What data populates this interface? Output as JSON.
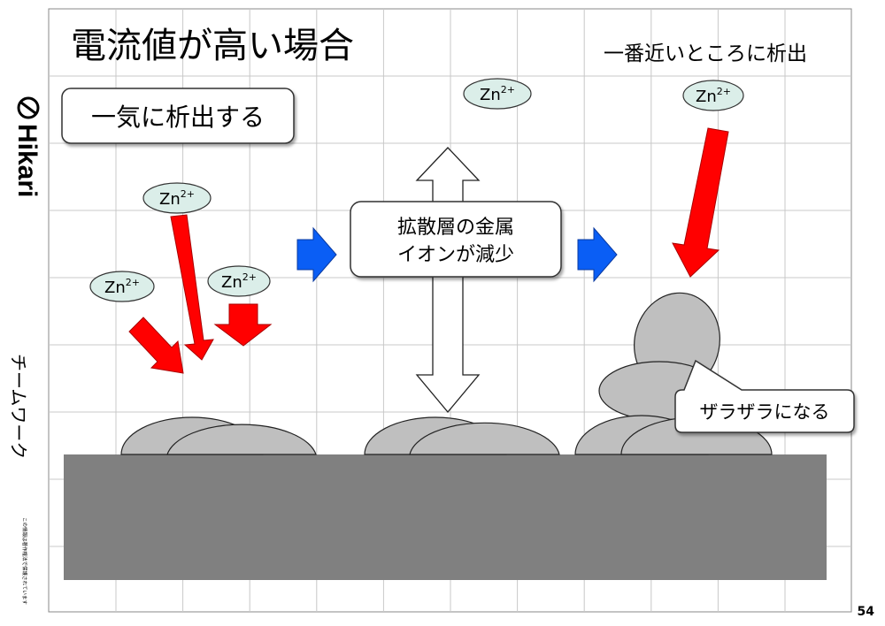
{
  "slide": {
    "title": "電流値が高い場合",
    "subtitle": "一番近いところに析出",
    "page_number": "54"
  },
  "sidebar": {
    "logo_text": "Hikari",
    "team_text": "チームワーク",
    "note_text": "この情報は著作権法で保護されています"
  },
  "callouts": {
    "deposit_at_once": "一気に析出する",
    "diffusion_line1": "拡散層の金属",
    "diffusion_line2": "イオンが減少",
    "rough": "ザラザラになる"
  },
  "ions": {
    "label": "Zn",
    "charge": "2+"
  },
  "colors": {
    "red_arrow": "#ff0000",
    "blue_arrow": "#0a5ef5",
    "ion_fill": "#dbeee9",
    "deposit_fill": "#bfbfbf",
    "substrate_fill": "#808080",
    "grid": "#c8c8c8"
  }
}
